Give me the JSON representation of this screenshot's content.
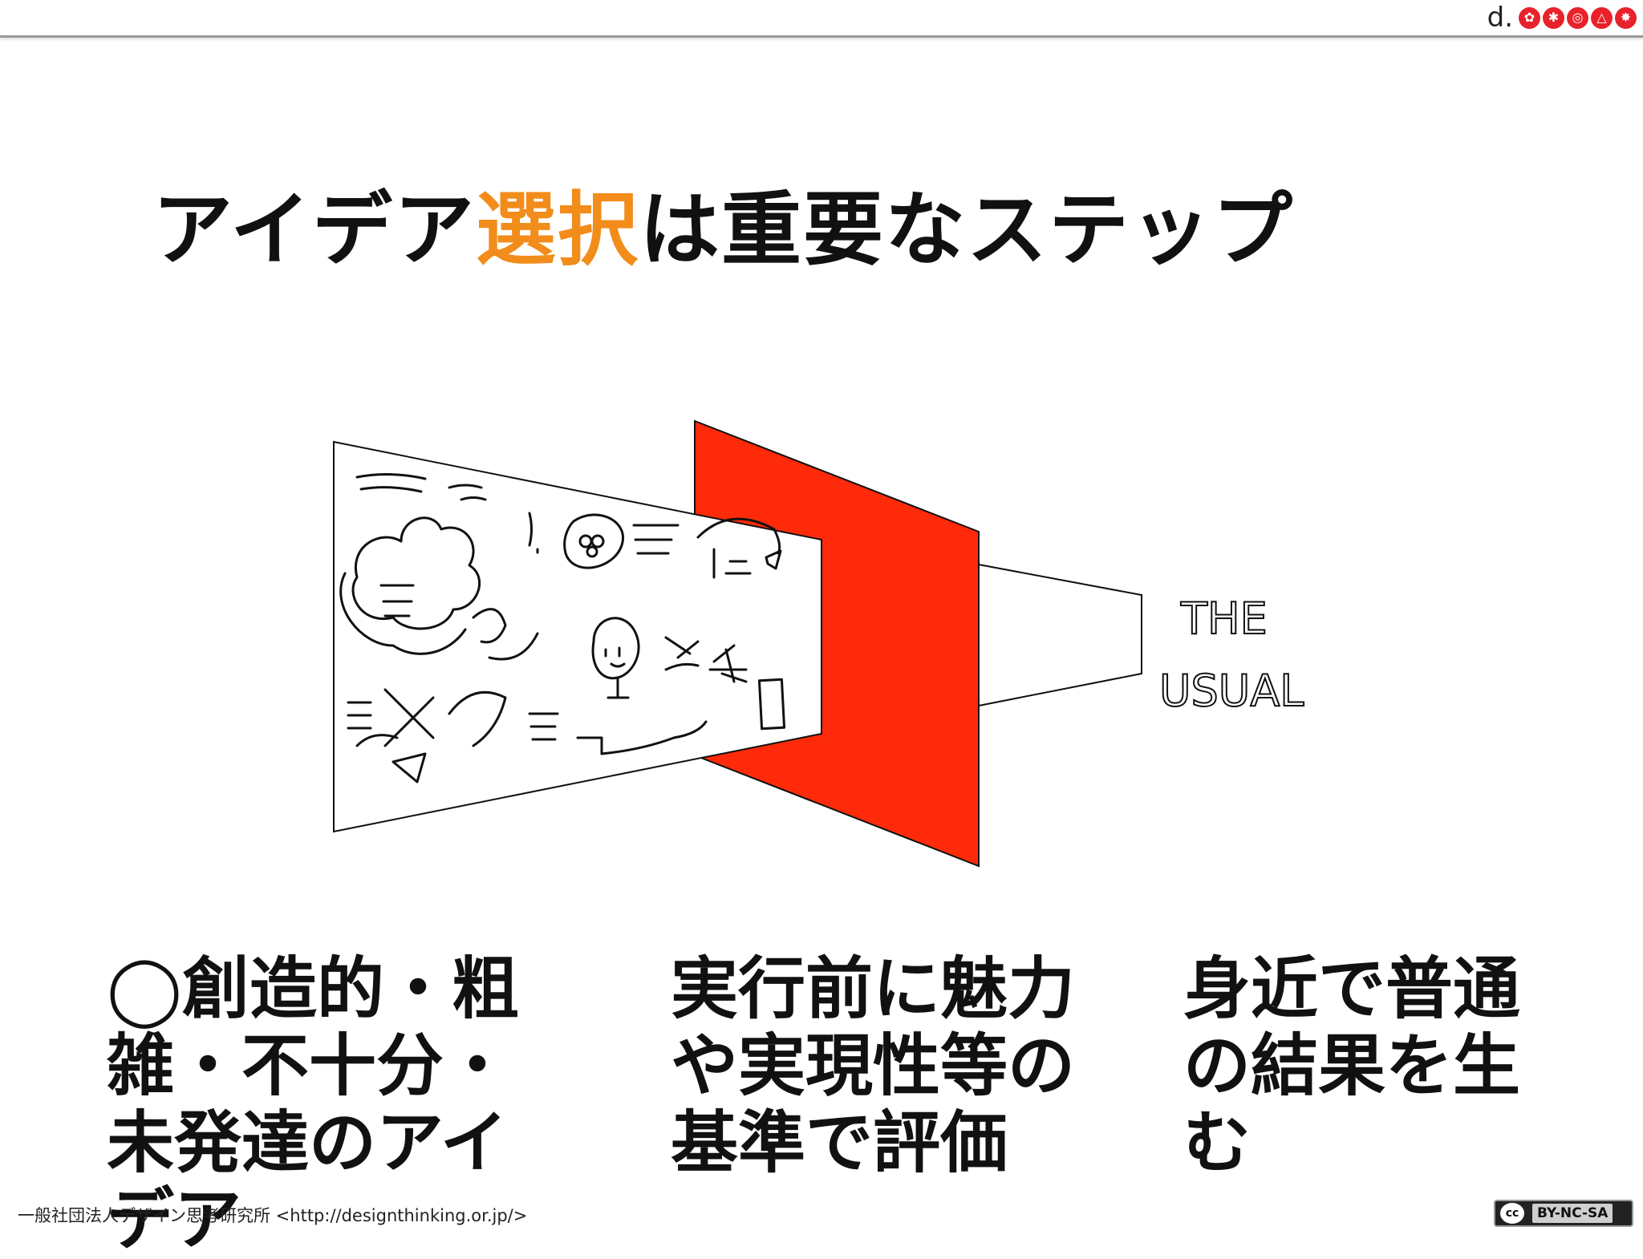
{
  "header": {
    "brand_letter": "d.",
    "brand_icons": [
      "flower-icon",
      "gear-icon",
      "target-icon",
      "triangle-icon",
      "burst-icon"
    ],
    "brand_color": "#e8212a"
  },
  "title": {
    "part1": "アイデア",
    "accent": "選択",
    "part2": "は重要なステップ",
    "accent_color": "#f28c1a"
  },
  "illustration": {
    "sketch_label_line1": "THE",
    "sketch_label_line2": "USUAL",
    "filter_color": "#ff2a0a"
  },
  "columns": [
    {
      "text": "◯創造的・粗雑・不十分・未発達のアイデア"
    },
    {
      "text": "実行前に魅力や実現性等の基準で評価"
    },
    {
      "text": "身近で普通の結果を生む"
    }
  ],
  "footer": {
    "credit": "一般社団法人デザイン思考研究所 <http://designthinking.or.jp/>",
    "license_mark": "cc",
    "license_text": "BY-NC-SA"
  }
}
